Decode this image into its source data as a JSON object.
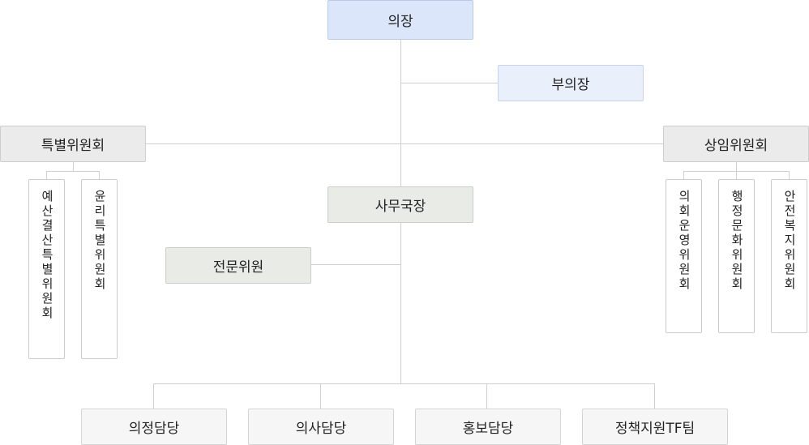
{
  "org": {
    "chair": "의장",
    "vice_chair": "부의장",
    "special_committee": {
      "title": "특별위원회",
      "members": [
        "예산결산특별위원회",
        "윤리특별위원회"
      ]
    },
    "standing_committee": {
      "title": "상임위원회",
      "members": [
        "의회운영위원회",
        "행정문화위원회",
        "안전복지위원회"
      ]
    },
    "secretary_general": "사무국장",
    "expert_member": "전문위원",
    "teams": [
      "의정담당",
      "의사담당",
      "홍보담당",
      "정책지원TF팀"
    ]
  }
}
